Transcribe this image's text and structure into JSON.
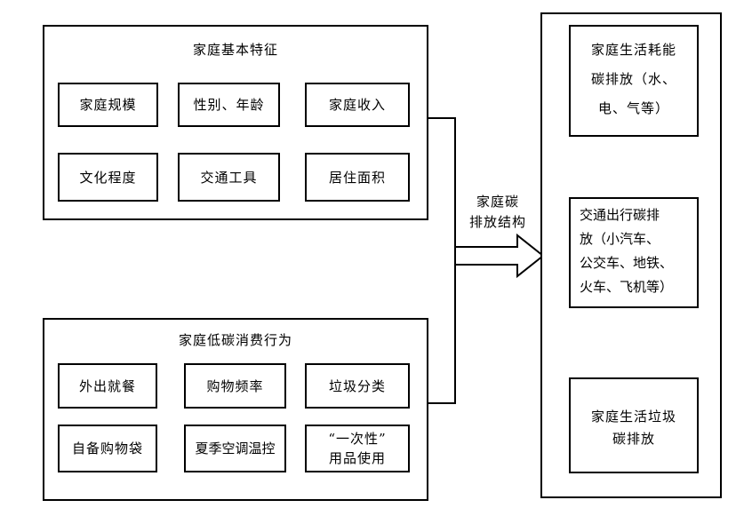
{
  "colors": {
    "line": "#000000",
    "background": "#ffffff"
  },
  "top_box": {
    "title": "家庭基本特征",
    "items": [
      "家庭规模",
      "性别、年龄",
      "家庭收入",
      "文化程度",
      "交通工具",
      "居住面积"
    ]
  },
  "bottom_box": {
    "title": "家庭低碳消费行为",
    "items": [
      "外出就餐",
      "购物频率",
      "垃圾分类",
      "自备购物袋",
      "夏季空调温控"
    ],
    "disposable_item": {
      "line1": "“一次性”",
      "line2": "用品使用"
    }
  },
  "arrow": {
    "label_line1": "家庭碳",
    "label_line2": "排放结构"
  },
  "right_panel": {
    "energy_box": {
      "line1": "家庭生活耗能",
      "line2": "碳排放（水、",
      "line3": "电、气等）"
    },
    "transport_box": {
      "line1": "交通出行碳排",
      "line2": "放（小汽车、",
      "line3": "公交车、地铁、",
      "line4": "火车、飞机等）"
    },
    "waste_box": {
      "line1": "家庭生活垃圾",
      "line2": "碳排放"
    }
  }
}
